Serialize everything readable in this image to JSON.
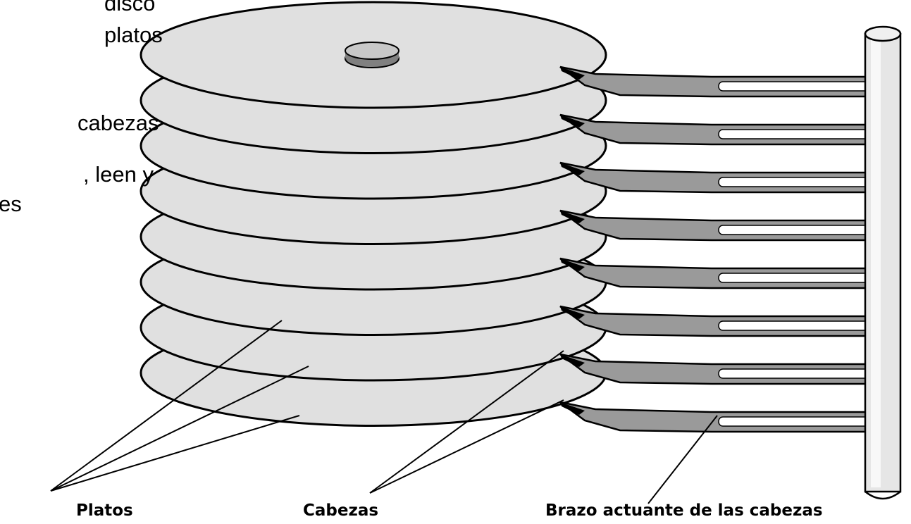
{
  "side_text": {
    "line1": "disco",
    "line2": "platos",
    "line3": "cabezas",
    "line4": ", leen y",
    "line5": "es"
  },
  "labels": {
    "platos": "Platos",
    "cabezas": "Cabezas",
    "brazo": "Brazo actuante de las cabezas"
  },
  "platter_count": 8,
  "colors": {
    "platter_fill": "#e0e0e0",
    "spindle_fill": "#e6e6e6",
    "arm_fill": "#9a9a9a",
    "outline": "#000000"
  }
}
